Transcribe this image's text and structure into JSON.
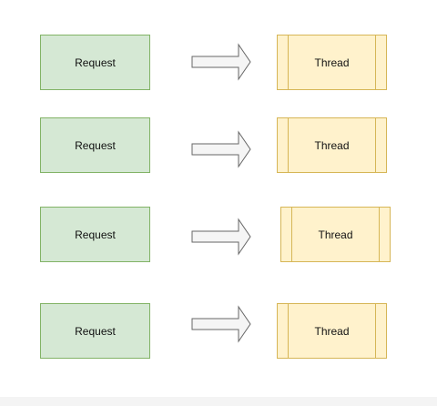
{
  "diagram": {
    "rows": [
      {
        "request": "Request",
        "thread": "Thread"
      },
      {
        "request": "Request",
        "thread": "Thread"
      },
      {
        "request": "Request",
        "thread": "Thread"
      },
      {
        "request": "Request",
        "thread": "Thread"
      }
    ]
  },
  "colors": {
    "request_fill": "#d5e8d4",
    "request_stroke": "#82b366",
    "thread_fill": "#fff2cc",
    "thread_stroke": "#d6b656",
    "arrow_fill": "#f5f5f5",
    "arrow_stroke": "#666666"
  }
}
